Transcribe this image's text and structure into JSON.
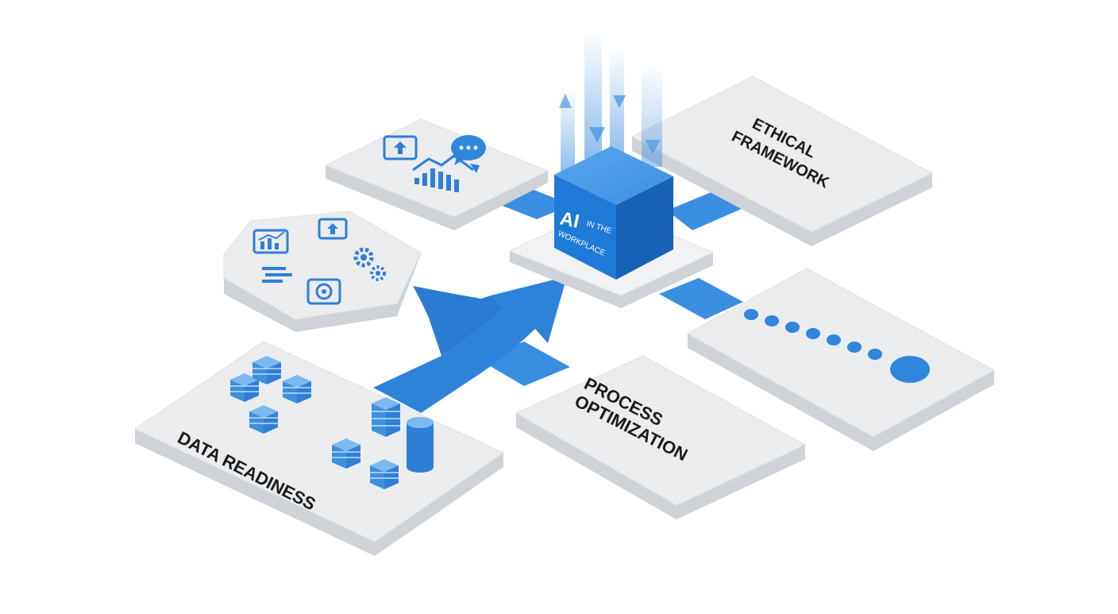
{
  "diagram": {
    "hub": {
      "line1": "AI",
      "line2": "IN THE",
      "line3": "WORKPLACE"
    },
    "labels": {
      "ethical": [
        "ETHICAL",
        "FRAMEWORK"
      ],
      "process": [
        "PROCESS",
        "OPTIMIZATION"
      ],
      "data": "DATA READINESS"
    },
    "icons": {
      "panel_top": [
        "upload-icon",
        "chat-bubble-icon",
        "rising-chart-icon"
      ],
      "panel_hex": [
        "bar-chart-icon",
        "upload-icon",
        "gears-icon",
        "lines-icon",
        "disc-icon"
      ],
      "panel_data": [
        "data-block-icon",
        "database-cylinder-icon"
      ],
      "panel_dots": [
        "progress-dots-icon"
      ]
    },
    "colors": {
      "accent": "#2f86dd",
      "accent_dark": "#1b6fc4",
      "panel_top": "#ebecee",
      "panel_side": "#cfd2d6"
    }
  }
}
